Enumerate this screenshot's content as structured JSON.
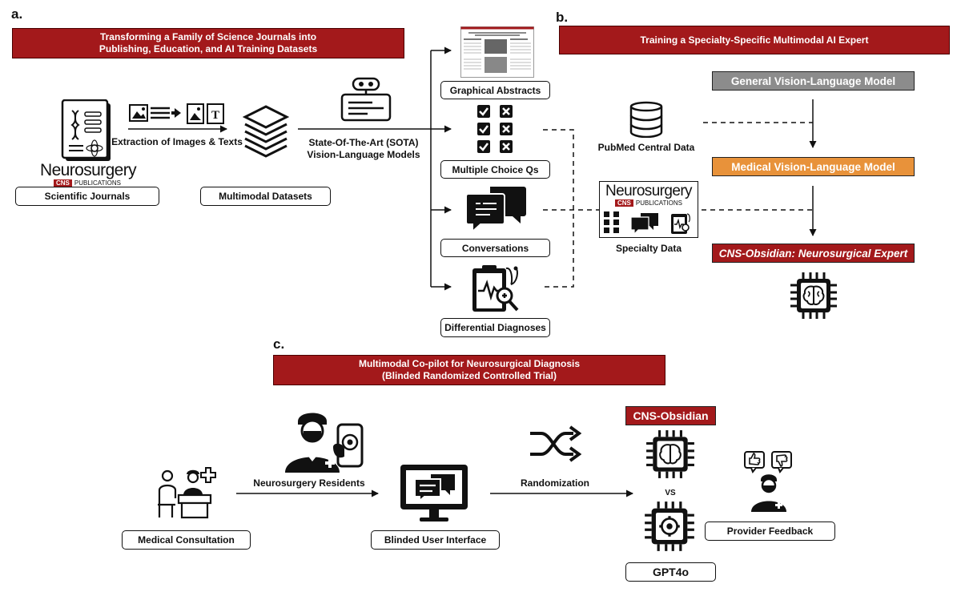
{
  "panel_a": {
    "letter": "a.",
    "banner_line1": "Transforming a Family of Science Journals into",
    "banner_line2": "Publishing, Education, and AI Training Datasets",
    "extraction_label": "Extraction of Images & Texts",
    "journal_brand": "Neurosurgery",
    "journal_brand_tag": "CNS",
    "journal_brand_sub": "PUBLICATIONS",
    "scientific_journals_label": "Scientific Journals",
    "multimodal_datasets_label": "Multimodal Datasets",
    "sota_line1": "State-Of-The-Art (SOTA)",
    "sota_line2": "Vision-Language Models",
    "outputs": [
      "Graphical Abstracts",
      "Multiple Choice Qs",
      "Conversations",
      "Differential Diagnoses"
    ]
  },
  "panel_b": {
    "letter": "b.",
    "banner": "Training a Specialty-Specific Multimodal AI Expert",
    "pubmed_label": "PubMed Central Data",
    "specialty_label": "Specialty Data",
    "specialty_brand": "Neurosurgery",
    "specialty_brand_tag": "CNS",
    "specialty_brand_sub": "PUBLICATIONS",
    "general_model": "General Vision-Language Model",
    "medical_model": "Medical Vision-Language Model",
    "expert_model": "CNS-Obsidian: Neurosurgical Expert",
    "colors": {
      "general": "#8c8c8c",
      "medical": "#e8923a",
      "expert": "#a3191b"
    }
  },
  "panel_c": {
    "letter": "c.",
    "banner_line1": "Multimodal Co-pilot for Neurosurgical Diagnosis",
    "banner_line2": "(Blinded Randomized Controlled Trial)",
    "residents_label": "Neurosurgery Residents",
    "consultation_label": "Medical Consultation",
    "ui_label": "Blinded User Interface",
    "randomization_label": "Randomization",
    "cns_obsidian_label": "CNS-Obsidian",
    "vs_label": "VS",
    "gpt_label": "GPT4o",
    "feedback_label": "Provider Feedback"
  }
}
